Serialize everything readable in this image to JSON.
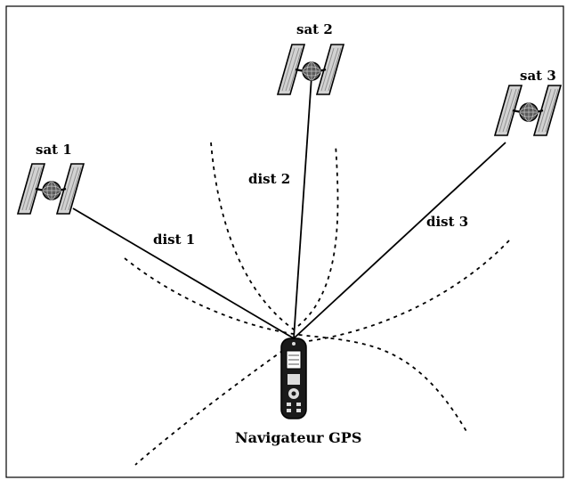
{
  "satellites": [
    {
      "label": "sat 1"
    },
    {
      "label": "sat 2"
    },
    {
      "label": "sat 3"
    }
  ],
  "distances": [
    {
      "label": "dist 1"
    },
    {
      "label": "dist 2"
    },
    {
      "label": "dist 3"
    }
  ],
  "receiver": {
    "label": "Navigateur GPS"
  },
  "colors": {
    "ink": "#000000",
    "panel": "#d2d2d2",
    "satellite_body": "#5a5a5a",
    "device_body": "#1a1a1a",
    "background": "#ffffff"
  },
  "icons": {
    "satellite": "satellite-icon",
    "receiver": "gps-receiver-icon"
  }
}
